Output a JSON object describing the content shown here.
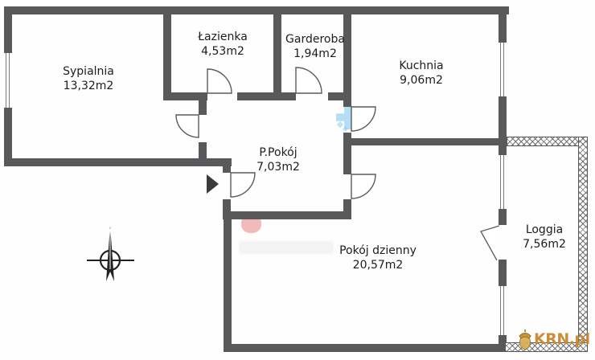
{
  "floorplan": {
    "rooms": [
      {
        "name": "Sypialnia",
        "area": "13,32m2"
      },
      {
        "name": "Łazienka",
        "area": "4,53m2"
      },
      {
        "name": "Garderoba",
        "area": "1,94m2"
      },
      {
        "name": "Kuchnia",
        "area": "9,06m2"
      },
      {
        "name": "P.Pokój",
        "area": "7,03m2"
      },
      {
        "name": "Pokój dzienny",
        "area": "20,57m2"
      },
      {
        "name": "Loggia",
        "area": "7,56m2"
      }
    ],
    "brand": "KRN.pl",
    "colors": {
      "wall": "#59595c",
      "background": "#ffffff",
      "brand_orange": "#c9882d",
      "watermark_blue": "#82c8f0",
      "watermark_pink": "#e87878"
    }
  }
}
